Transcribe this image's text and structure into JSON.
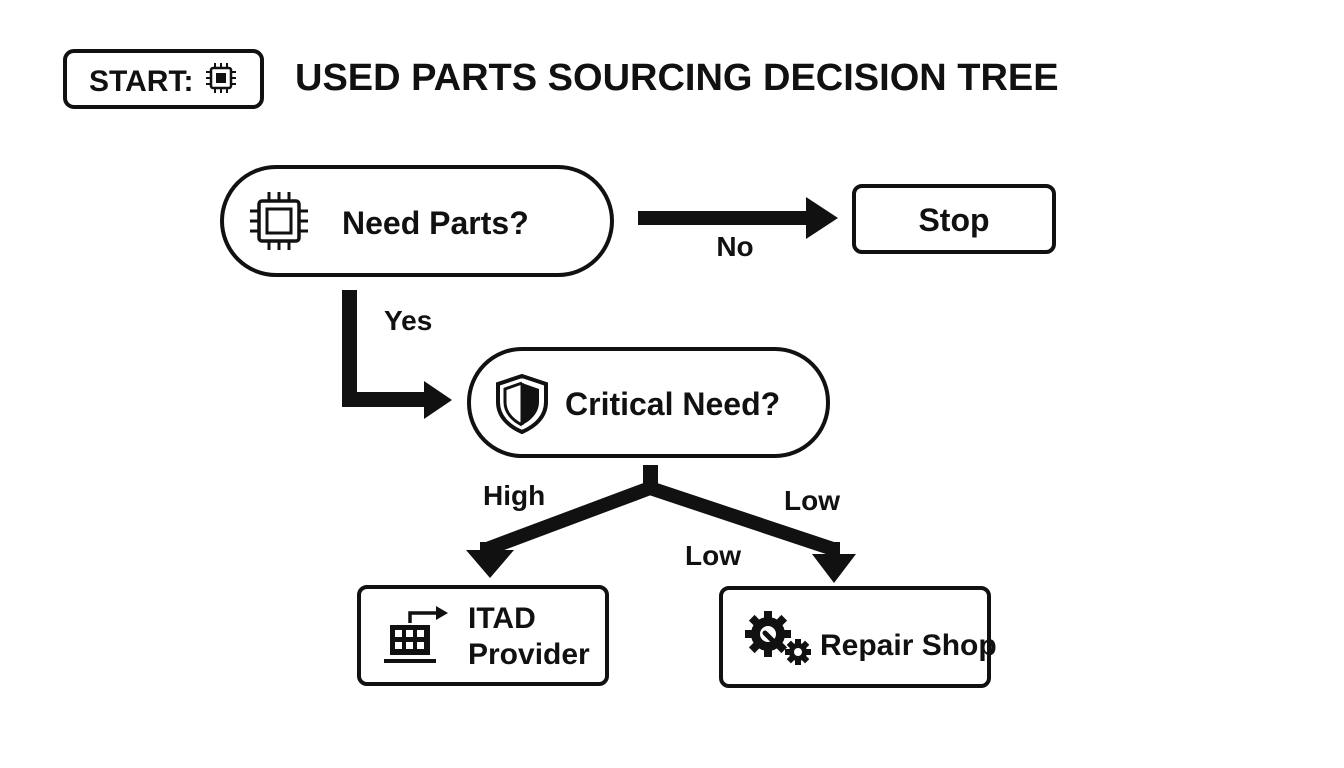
{
  "header": {
    "start_label": "START:",
    "title": "USED PARTS SOURCING DECISION TREE",
    "start_icon": "chip-icon"
  },
  "nodes": {
    "need_parts": {
      "label": "Need Parts?",
      "icon": "chip-icon",
      "shape": "rounded-pill"
    },
    "stop": {
      "label": "Stop",
      "shape": "rectangle"
    },
    "critical_need": {
      "label": "Critical Need?",
      "icon": "shield-icon",
      "shape": "rounded-pill"
    },
    "itad_provider": {
      "label_line1": "ITAD",
      "label_line2": "Provider",
      "icon": "building-arrow-icon",
      "shape": "rectangle"
    },
    "repair_shop": {
      "label": "Repair Shop",
      "icon": "gears-wrench-icon",
      "shape": "rectangle"
    }
  },
  "edges": {
    "no": {
      "from": "Need Parts?",
      "to": "Stop",
      "label": "No"
    },
    "yes": {
      "from": "Need Parts?",
      "to": "Critical Need?",
      "label": "Yes"
    },
    "high": {
      "from": "Critical Need?",
      "to": "ITAD Provider",
      "label": "High"
    },
    "low_upper": {
      "from": "Critical Need?",
      "to": "Repair Shop",
      "label": "Low"
    },
    "low_lower": {
      "label": "Low"
    }
  },
  "colors": {
    "stroke": "#111111",
    "background": "#ffffff"
  }
}
